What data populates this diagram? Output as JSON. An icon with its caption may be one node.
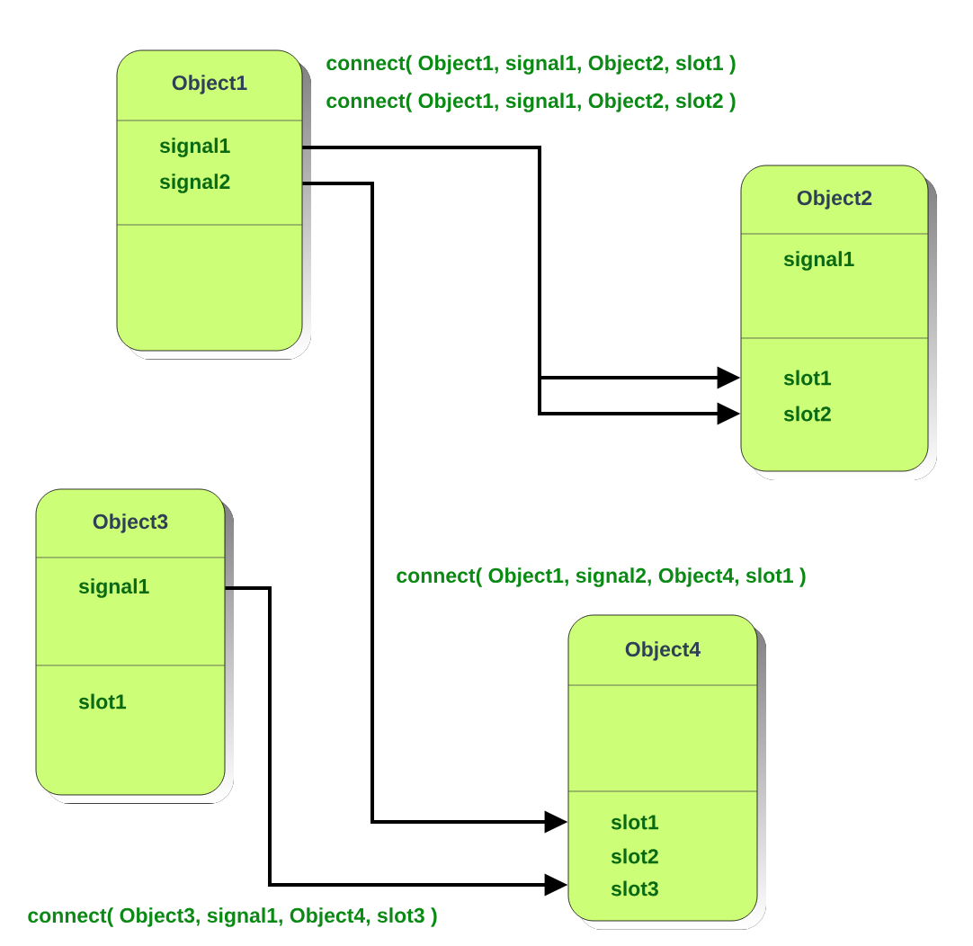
{
  "diagram": {
    "nodes": [
      {
        "text": [
          "Object1",
          "signal1",
          "signal2"
        ]
      },
      {
        "text": [
          "Object2",
          "signal1",
          "slot1",
          "slot2"
        ]
      },
      {
        "text": [
          "Object3",
          "signal1",
          "slot1"
        ]
      },
      {
        "text": [
          "Object4",
          "slot1",
          "slot2",
          "slot3"
        ]
      }
    ],
    "edges": [
      {
        "from": 0,
        "to": 1,
        "arrow": "to",
        "label": "connect( Object1, signal1, Object2, slot1 )"
      },
      {
        "from": 0,
        "to": 1,
        "arrow": "to",
        "label": "connect( Object1, signal1, Object2, slot2 )"
      },
      {
        "from": 0,
        "to": 3,
        "arrow": "to",
        "label": "connect( Object1, signal2, Object4, slot1 )"
      },
      {
        "from": 2,
        "to": 3,
        "arrow": "to",
        "label": "connect( Object3, signal1, Object4, slot3 )"
      }
    ]
  }
}
